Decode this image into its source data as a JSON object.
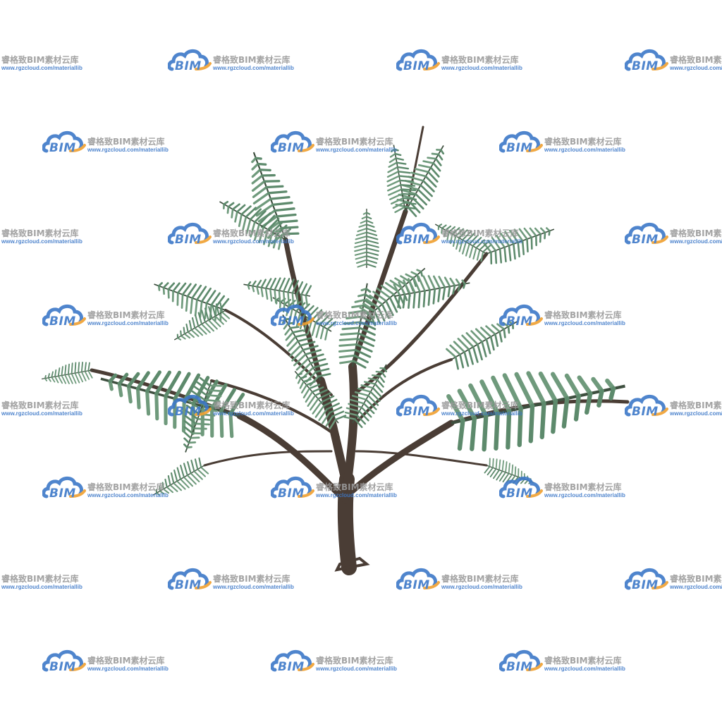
{
  "watermark": {
    "brand": "BIM",
    "title": "睿格致BIM素材云库",
    "url": "www.rgzcloud.com/materiallib",
    "brand_color": "#3d78c8",
    "accent_color": "#f0a030",
    "text_color": "#9a9a9a"
  },
  "subject": {
    "foliage_color": "#6f9a7c",
    "trunk_color": "#4a3d35",
    "background_color": "#ffffff"
  }
}
